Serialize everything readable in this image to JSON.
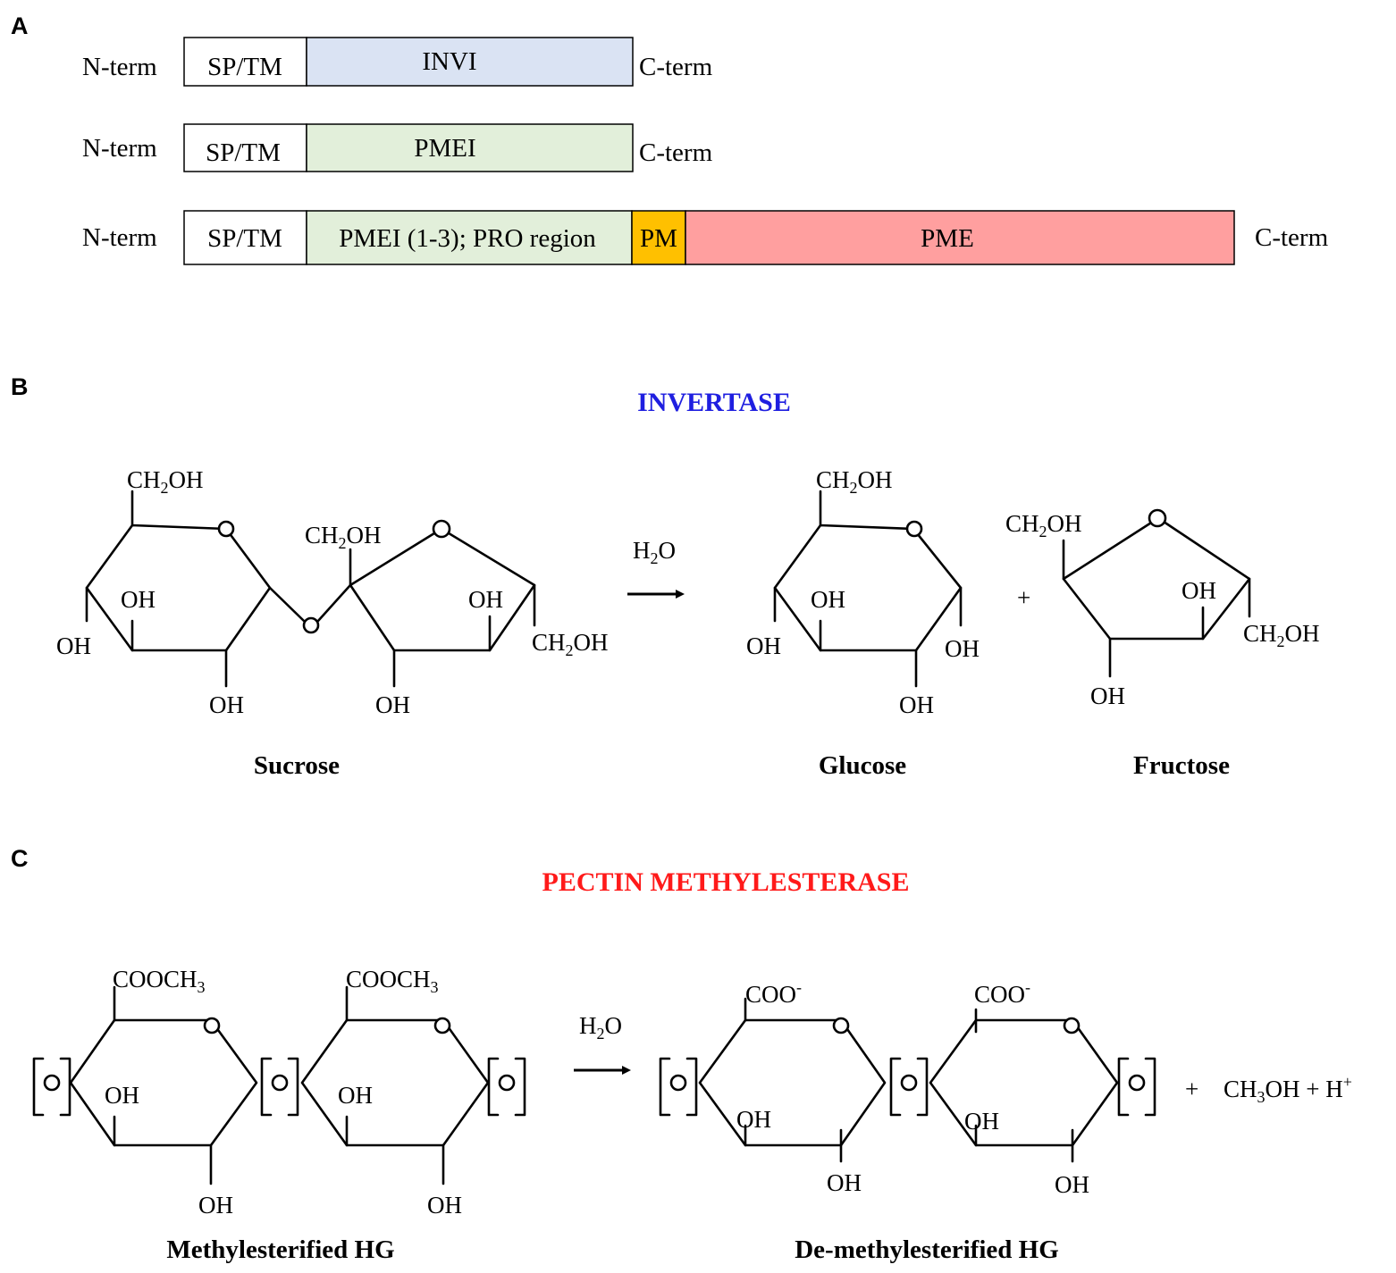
{
  "panels": {
    "a": "A",
    "b": "B",
    "c": "C"
  },
  "colors": {
    "invi": "#dae3f3",
    "pmei": "#e2efda",
    "pm": "#ffc000",
    "pme": "#ff9f9f",
    "invertase_title": "#1f1fe0",
    "pme_title": "#ff1a1a"
  },
  "domains": {
    "n_term": "N-term",
    "c_term": "C-term",
    "sp_tm": "SP/TM",
    "row1_domain": "INVI",
    "row2_domain": "PMEI",
    "row3_pro": "PMEI (1-3); PRO region",
    "row3_pm": "PM",
    "row3_pme": "PME"
  },
  "invertase": {
    "title": "INVERTASE",
    "ch2oh": "CH",
    "ch2oh_sub": "2",
    "ch2oh_end": "OH",
    "oh": "OH",
    "water": "H",
    "water_sub": "2",
    "water_end": "O",
    "plus": "+",
    "sucrose": "Sucrose",
    "glucose": "Glucose",
    "fructose": "Fructose"
  },
  "pectin": {
    "title": "PECTIN METHYLESTERASE",
    "cooch3": "COOCH",
    "cooch3_sub": "3",
    "coo": "COO",
    "coo_sup": "-",
    "oh": "OH",
    "water": "H",
    "water_sub": "2",
    "water_end": "O",
    "plus": "+",
    "methanol": "CH",
    "methanol_sub": "3",
    "methanol_end": "OH + H",
    "proton_sup": "+",
    "methylesterified": "Methylesterified HG",
    "demethylesterified": "De-methylesterified HG"
  }
}
